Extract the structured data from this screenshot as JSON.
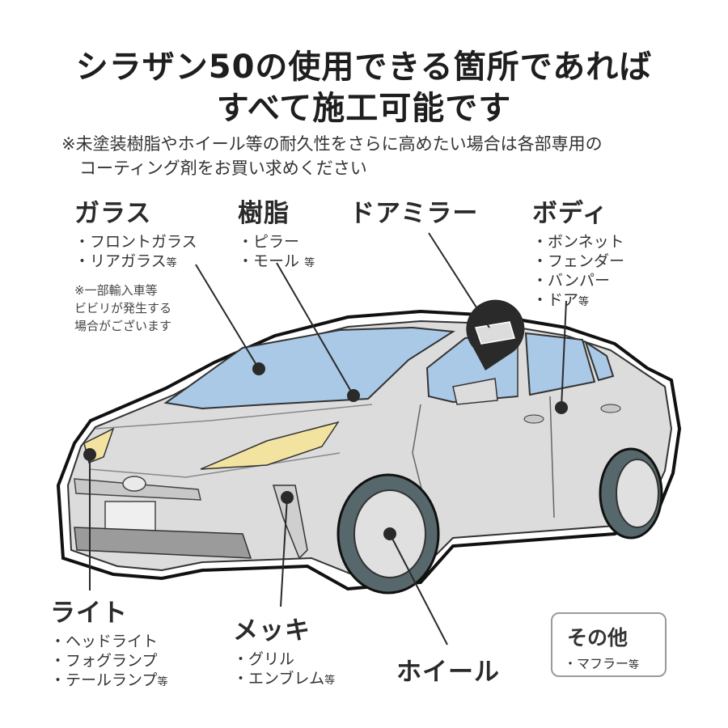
{
  "header": {
    "title_line1": "シラザン50の使用できる箇所であれば",
    "title_line2": "すべて施工可能です",
    "note_line1": "※未塗装樹脂やホイール等の耐久性をさらに高めたい場合は各部専用の",
    "note_line2": "コーティング剤をお買い求めください"
  },
  "categories": {
    "glass": {
      "title": "ガラス",
      "items": [
        "フロントガラス",
        "リアガラス"
      ],
      "suffix": "等",
      "note": [
        "※一部輸入車等",
        "ビビリが発生する",
        "場合がございます"
      ]
    },
    "resin": {
      "title": "樹脂",
      "items": [
        "ピラー",
        "モール "
      ],
      "suffix": "等"
    },
    "mirror": {
      "title": "ドアミラー"
    },
    "body": {
      "title": "ボディ",
      "items": [
        "ボンネット",
        "フェンダー",
        "バンパー",
        "ドア"
      ],
      "suffix": "等"
    },
    "light": {
      "title": "ライト",
      "items": [
        "ヘッドライト",
        "フォグランプ",
        "テールランプ"
      ],
      "suffix": "等"
    },
    "plating": {
      "title": "メッキ",
      "items": [
        "グリル",
        "エンブレム"
      ],
      "suffix": "等"
    },
    "wheel": {
      "title": "ホイール"
    },
    "other": {
      "title": "その他",
      "item": "マフラー",
      "suffix": "等"
    }
  },
  "colors": {
    "car_body": "#dcdcdd",
    "car_outline": "#1a1a1a",
    "glass": "#a9c9e6",
    "headlight": "#f3e3a0",
    "tire": "#56686b",
    "wheel": "#e0e0e0",
    "pointer": "#2a2a2a"
  }
}
